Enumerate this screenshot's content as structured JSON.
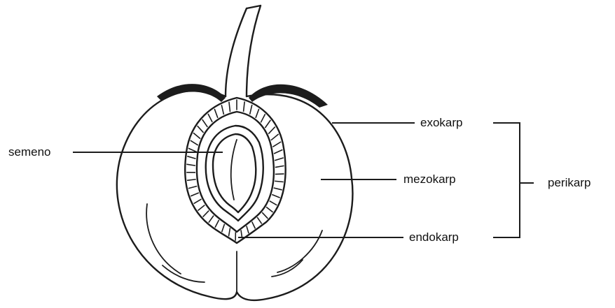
{
  "labels": {
    "seed": "semeno",
    "exocarp": "exokarp",
    "mesocarp": "mezokarp",
    "endocarp": "endokarp",
    "pericarp": "perikarp"
  }
}
